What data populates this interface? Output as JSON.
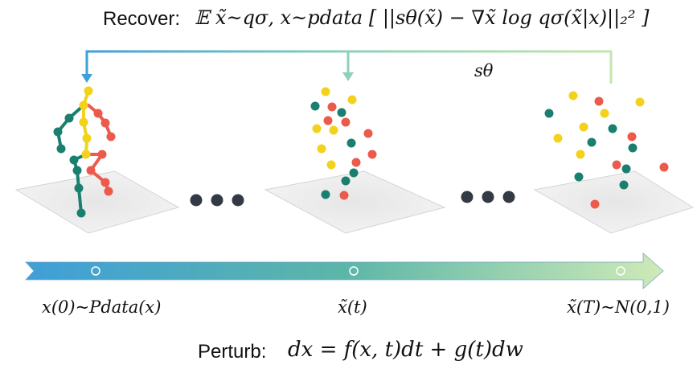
{
  "recover": {
    "prefix": "Recover:",
    "formula": "𝔼 x̃~qσ, x~pdata [ ||sθ(x̃) − ∇x̃ log qσ(x̃|x)||₂² ]"
  },
  "score_label": "sθ",
  "perturb": {
    "prefix": "Perturb:",
    "formula": "dx = f(x, t)dt + g(t)dw"
  },
  "timeline": {
    "labels": [
      "x(0)~Pdata(x)",
      "x̃(t)",
      "x̃(T)~N(0,1)"
    ]
  },
  "colors": {
    "yellow": "#f2d21b",
    "red": "#ec5a4c",
    "teal": "#1a7f6f",
    "arrow_start": "#4aa3d6",
    "arrow_end": "#c7e6b0",
    "dots": "#333a44"
  },
  "stages": [
    {
      "name": "data",
      "kind": "skeleton"
    },
    {
      "name": "intermediate",
      "kind": "scattered"
    },
    {
      "name": "noise",
      "kind": "noise"
    }
  ]
}
